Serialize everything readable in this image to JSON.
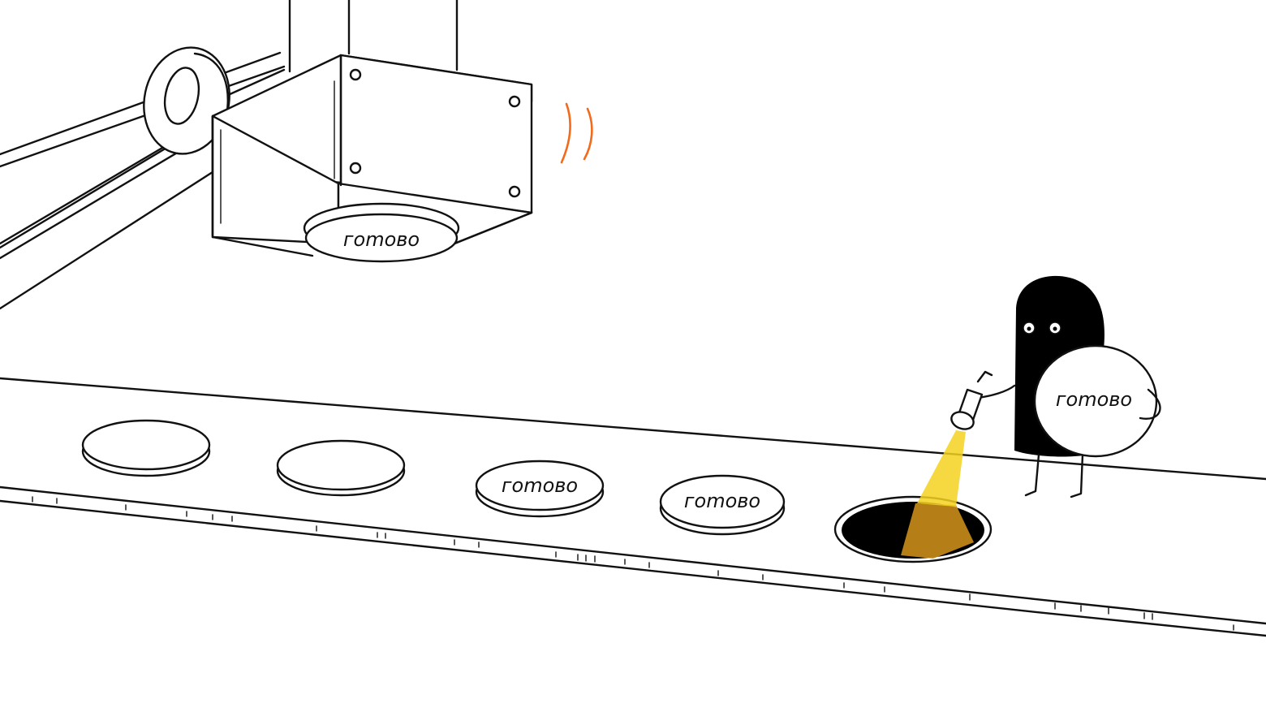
{
  "scene": {
    "stamp_label": "гomoвo",
    "belt_coin_labels": [
      "",
      "",
      "гomoвo",
      "гomoвo"
    ],
    "held_coin_label": "гomoвo",
    "colors": {
      "ink": "#111111",
      "background": "#ffffff",
      "vibration_accent": "#f26a1b",
      "flashlight_beam": "#f5d21e",
      "hole": "#000000"
    },
    "icons": {
      "stamp_machine": "stamping-press-icon",
      "character": "black-blob-character-icon",
      "flashlight": "flashlight-icon",
      "hole": "hole-in-belt-icon"
    }
  }
}
